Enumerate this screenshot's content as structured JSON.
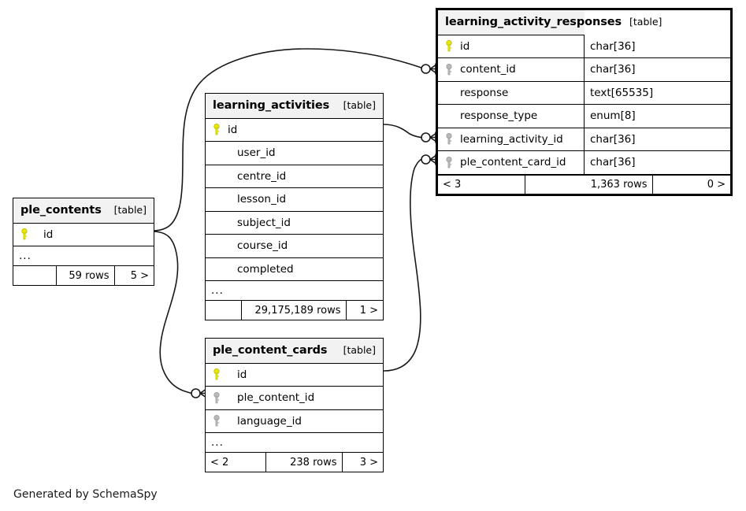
{
  "diagram": {
    "generator_note": "Generated by SchemaSpy",
    "table_tag": "[table]",
    "ellipsis": "...",
    "colors": {
      "primary_key": "#e8e800",
      "foreign_key": "#b4b4b4",
      "header_background": "#f2f2f2",
      "border": "#000000",
      "edge": "#191919",
      "page_background": "#ffffff"
    }
  },
  "tables": [
    {
      "id": "ple_contents",
      "name": "ple_contents",
      "tag": "[table]",
      "columns": [
        {
          "name": "id",
          "type": "",
          "key": "primary"
        }
      ],
      "ellipsis": "...",
      "footer": {
        "left": "",
        "middle": "59 rows",
        "right": "5 >"
      }
    },
    {
      "id": "learning_activities",
      "name": "learning_activities",
      "tag": "[table]",
      "columns": [
        {
          "name": "id",
          "type": "",
          "key": "primary"
        },
        {
          "name": "user_id",
          "type": "",
          "key": "none"
        },
        {
          "name": "centre_id",
          "type": "",
          "key": "none"
        },
        {
          "name": "lesson_id",
          "type": "",
          "key": "none"
        },
        {
          "name": "subject_id",
          "type": "",
          "key": "none"
        },
        {
          "name": "course_id",
          "type": "",
          "key": "none"
        },
        {
          "name": "completed",
          "type": "",
          "key": "none"
        }
      ],
      "ellipsis": "...",
      "footer": {
        "left": "",
        "middle": "29,175,189 rows",
        "right": "1 >"
      }
    },
    {
      "id": "ple_content_cards",
      "name": "ple_content_cards",
      "tag": "[table]",
      "columns": [
        {
          "name": "id",
          "type": "",
          "key": "primary"
        },
        {
          "name": "ple_content_id",
          "type": "",
          "key": "foreign"
        },
        {
          "name": "language_id",
          "type": "",
          "key": "foreign"
        }
      ],
      "ellipsis": "...",
      "footer": {
        "left": "< 2",
        "middle": "238 rows",
        "right": "3 >"
      }
    },
    {
      "id": "learning_activity_responses",
      "name": "learning_activity_responses",
      "tag": "[table]",
      "columns": [
        {
          "name": "id",
          "type": "char[36]",
          "key": "primary"
        },
        {
          "name": "content_id",
          "type": "char[36]",
          "key": "foreign"
        },
        {
          "name": "response",
          "type": "text[65535]",
          "key": "none"
        },
        {
          "name": "response_type",
          "type": "enum[8]",
          "key": "none"
        },
        {
          "name": "learning_activity_id",
          "type": "char[36]",
          "key": "foreign"
        },
        {
          "name": "ple_content_card_id",
          "type": "char[36]",
          "key": "foreign"
        }
      ],
      "footer": {
        "left": "< 3",
        "middle": "1,363 rows",
        "right": "0 >"
      }
    }
  ],
  "relationships": [
    {
      "from_table": "ple_contents",
      "from_column": "id",
      "to_table": "learning_activity_responses",
      "to_column": "content_id"
    },
    {
      "from_table": "learning_activities",
      "from_column": "id",
      "to_table": "learning_activity_responses",
      "to_column": "learning_activity_id"
    },
    {
      "from_table": "ple_content_cards",
      "from_column": "id",
      "to_table": "learning_activity_responses",
      "to_column": "ple_content_card_id"
    },
    {
      "from_table": "ple_contents",
      "from_column": "id",
      "to_table": "ple_content_cards",
      "to_column": "ple_content_id"
    }
  ]
}
